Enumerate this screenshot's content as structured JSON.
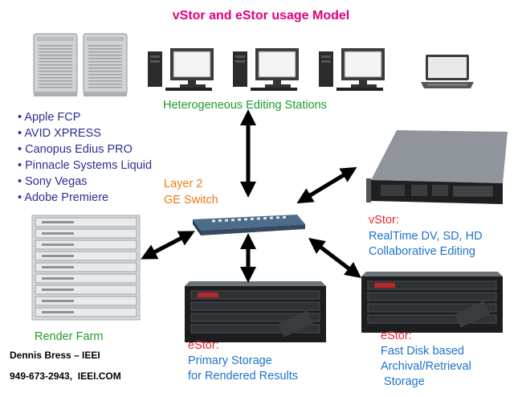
{
  "title": "vStor and eStor usage Model",
  "editing_stations_label": "Heterogeneous Editing Stations",
  "applications": [
    "Apple FCP",
    "AVID XPRESS",
    "Canopus Edius PRO",
    "Pinnacle Systems Liquid",
    "Sony Vegas",
    "Adobe Premiere"
  ],
  "switch_label": {
    "line1": "Layer 2",
    "line2": "GE Switch"
  },
  "vstor": {
    "name": "vStor:",
    "line1": "RealTime DV, SD, HD",
    "line2": "Collaborative Editing"
  },
  "render_farm_label": "Render Farm",
  "estor_primary": {
    "name": "eStor:",
    "line1": "Primary Storage",
    "line2": "for Rendered Results"
  },
  "estor_archive": {
    "name": "eStor:",
    "line1": "Fast Disk based",
    "line2": "Archival/Retrieval",
    "line3": " Storage"
  },
  "credit": {
    "name": "Dennis Bress – IEEI",
    "contact": "949-673-2943,  IEEI.COM"
  },
  "colors": {
    "title": "#e4007c",
    "editing_label": "#1f9a2a",
    "apps": "#2d2f8f",
    "switch_label": "#ef7a12",
    "server_labels": "#1e73c8",
    "storage_name": "#e8262b",
    "render_farm_label": "#1f9a2a"
  },
  "icons": [
    "tower-computer-icon",
    "desktop-pc-icon",
    "laptop-icon",
    "network-switch-icon",
    "rack-server-icon",
    "storage-array-icon",
    "double-arrow-icon"
  ]
}
